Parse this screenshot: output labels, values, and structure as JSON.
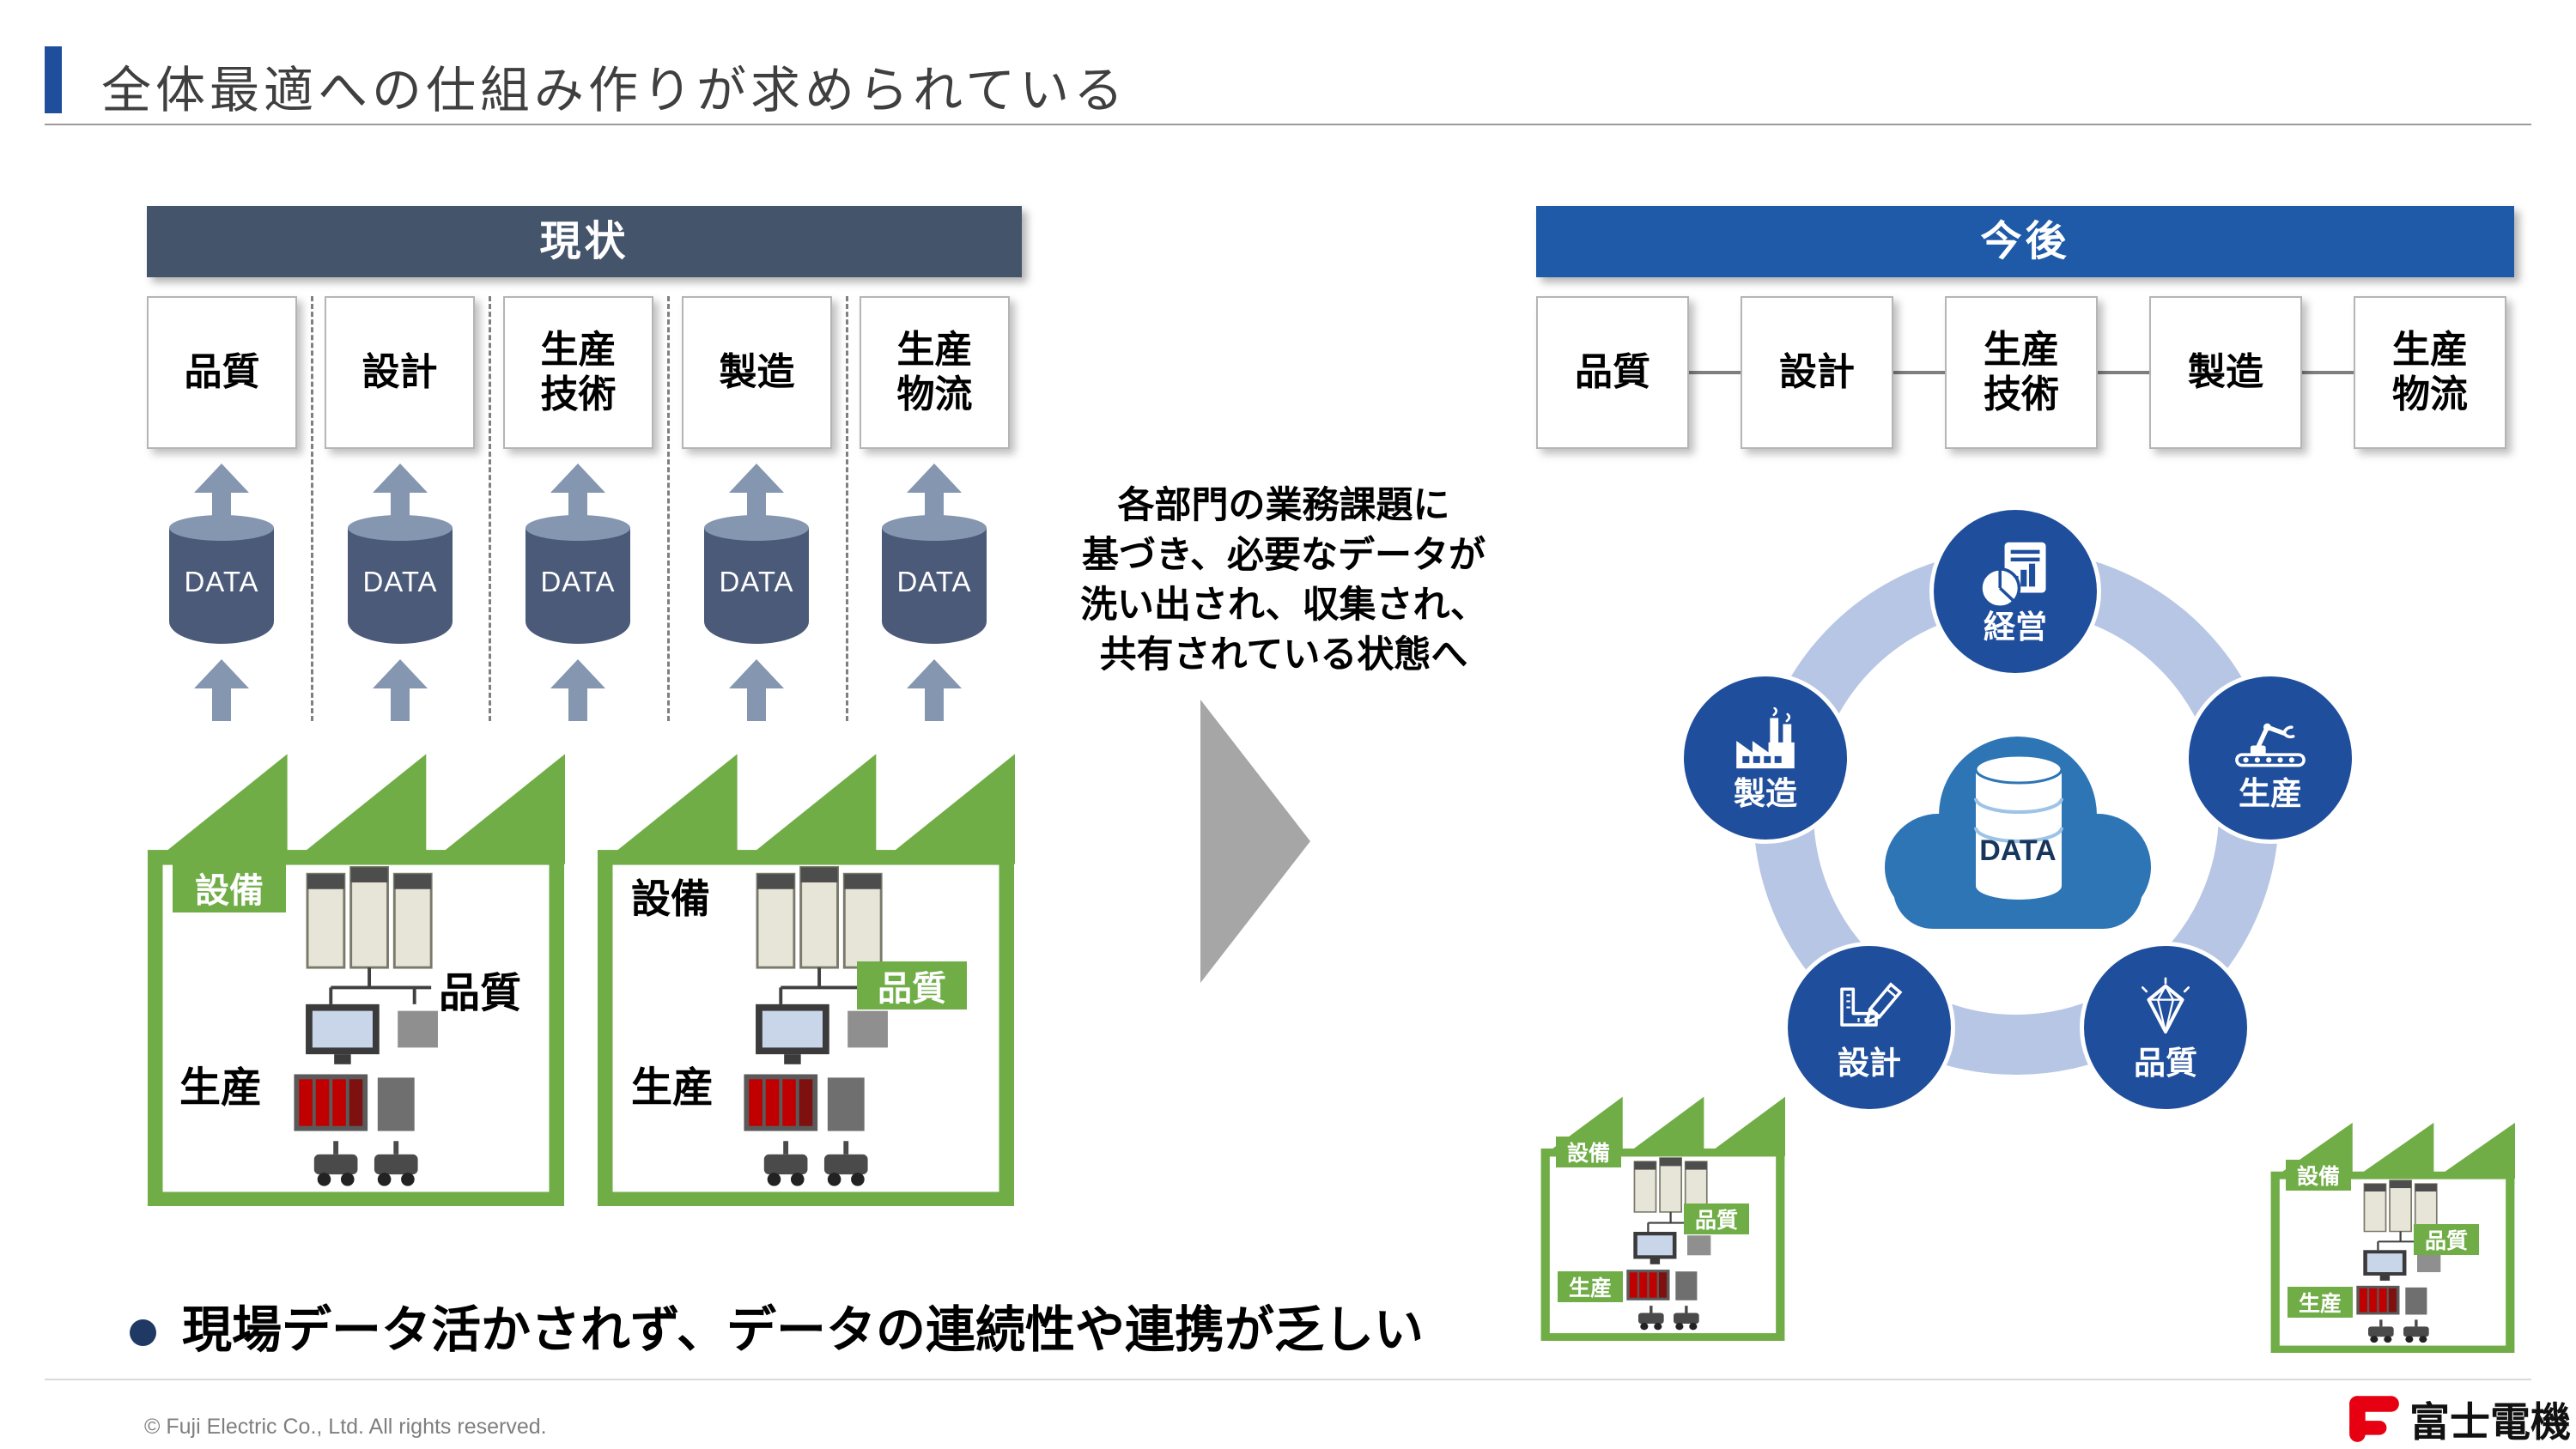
{
  "title": "全体最適への仕組み作りが求められている",
  "current": {
    "header": "現状",
    "departments": [
      "品質",
      "設計",
      "生産\n技術",
      "製造",
      "生産\n物流"
    ],
    "data_label": "DATA"
  },
  "transition": {
    "lines": [
      "各部門の業務課題に",
      "基づき、必要なデータが",
      "洗い出され、収集され、",
      "共有されている状態へ"
    ]
  },
  "future": {
    "header": "今後",
    "departments": [
      "品質",
      "設計",
      "生産\n技術",
      "製造",
      "生産\n物流"
    ],
    "cloud_label": "DATA",
    "nodes": [
      {
        "id": "management",
        "label": "経営"
      },
      {
        "id": "manufacturing",
        "label": "製造"
      },
      {
        "id": "production",
        "label": "生産"
      },
      {
        "id": "design",
        "label": "設計"
      },
      {
        "id": "quality",
        "label": "品質"
      }
    ]
  },
  "factory_labels": {
    "equipment": "設備",
    "quality": "品質",
    "production": "生産"
  },
  "bottom_note": "現場データ活かされず、データの連続性や連携が乏しい",
  "footer": {
    "copyright": "© Fuji Electric Co., Ltd. All rights reserved.",
    "brand": "富士電機"
  },
  "colors": {
    "accent_blue": "#1f4e9c",
    "current_header": "#44546a",
    "future_header": "#1f5aa9",
    "factory_green": "#70ad47",
    "arrow_slate": "#8496b0",
    "transition_arrow_gray": "#a6a6a6",
    "ring_light_blue": "#b7c6e4",
    "node_blue": "#1f4e9c",
    "cloud_blue": "#2e75b6",
    "logo_red": "#e60012"
  }
}
